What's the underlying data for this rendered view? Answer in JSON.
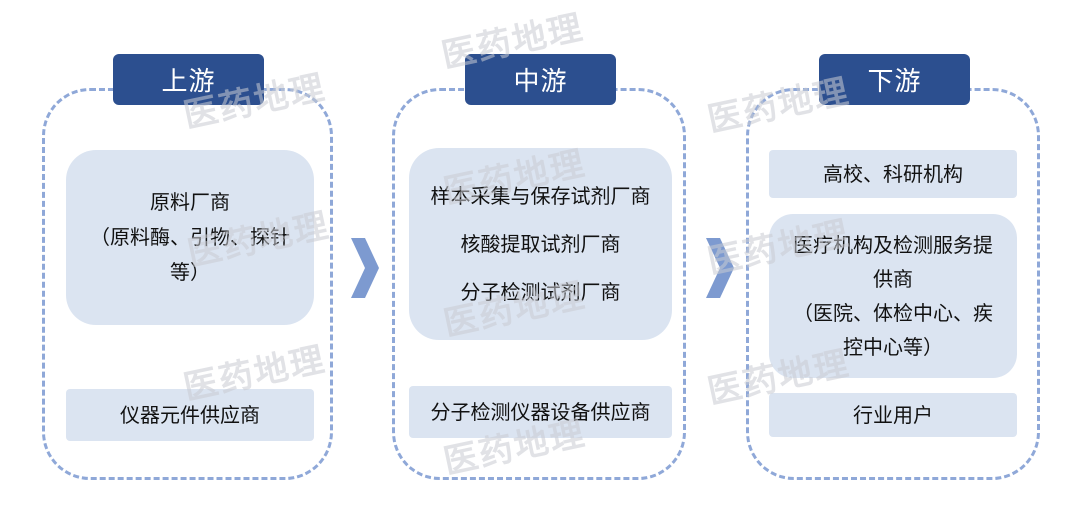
{
  "columns": [
    {
      "tag": "上游",
      "main_box": [
        "原料厂商",
        "（原料酶、引物、探针",
        "等）"
      ],
      "bottom_box": "仪器元件供应商"
    },
    {
      "tag": "中游",
      "main_box": [
        "样本采集与保存试剂厂商",
        "核酸提取试剂厂商",
        "分子检测试剂厂商"
      ],
      "bottom_box": "分子检测仪器设备供应商"
    },
    {
      "tag": "下游",
      "top_box": "高校、科研机构",
      "main_box": [
        "医疗机构及检测服务提",
        "供商",
        "（医院、体检中心、疾",
        "控中心等）"
      ],
      "bottom_box": "行业用户"
    }
  ],
  "watermark": "医药地理",
  "colors": {
    "tag_bg": "#2c4f8f",
    "box_bg": "#dbe4f1",
    "frame": "#8fa8d8",
    "arrow": "#7d9ad0"
  }
}
